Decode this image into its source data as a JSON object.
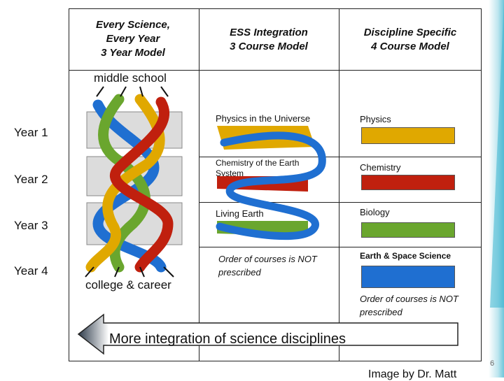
{
  "columns": [
    {
      "lines": [
        "Every Science,",
        "Every Year",
        "3 Year Model"
      ]
    },
    {
      "lines": [
        "ESS Integration",
        "3 Course Model"
      ]
    },
    {
      "lines": [
        "Discipline Specific",
        "4 Course Model"
      ]
    }
  ],
  "middle_school": "middle school",
  "college_career": "college & career",
  "years": [
    "Year 1",
    "Year 2",
    "Year 3",
    "Year 4"
  ],
  "ess": {
    "courses": [
      "Physics in the Universe",
      "Chemistry of the Earth System",
      "Living Earth"
    ],
    "order_note": "Order of courses is NOT prescribed"
  },
  "discipline": {
    "courses": [
      "Physics",
      "Chemistry",
      "Biology",
      "Earth & Space Science"
    ],
    "order_note": "Order of courses is NOT prescribed"
  },
  "bottom_arrow": "More integration of science disciplines",
  "image_credit": "Image by Dr. Matt",
  "page_number": "6",
  "colors": {
    "physics": "#e0a800",
    "chemistry": "#c0200e",
    "biology": "#6aa62e",
    "earth": "#1f6fd1",
    "arrow": "#3b4a5a"
  }
}
